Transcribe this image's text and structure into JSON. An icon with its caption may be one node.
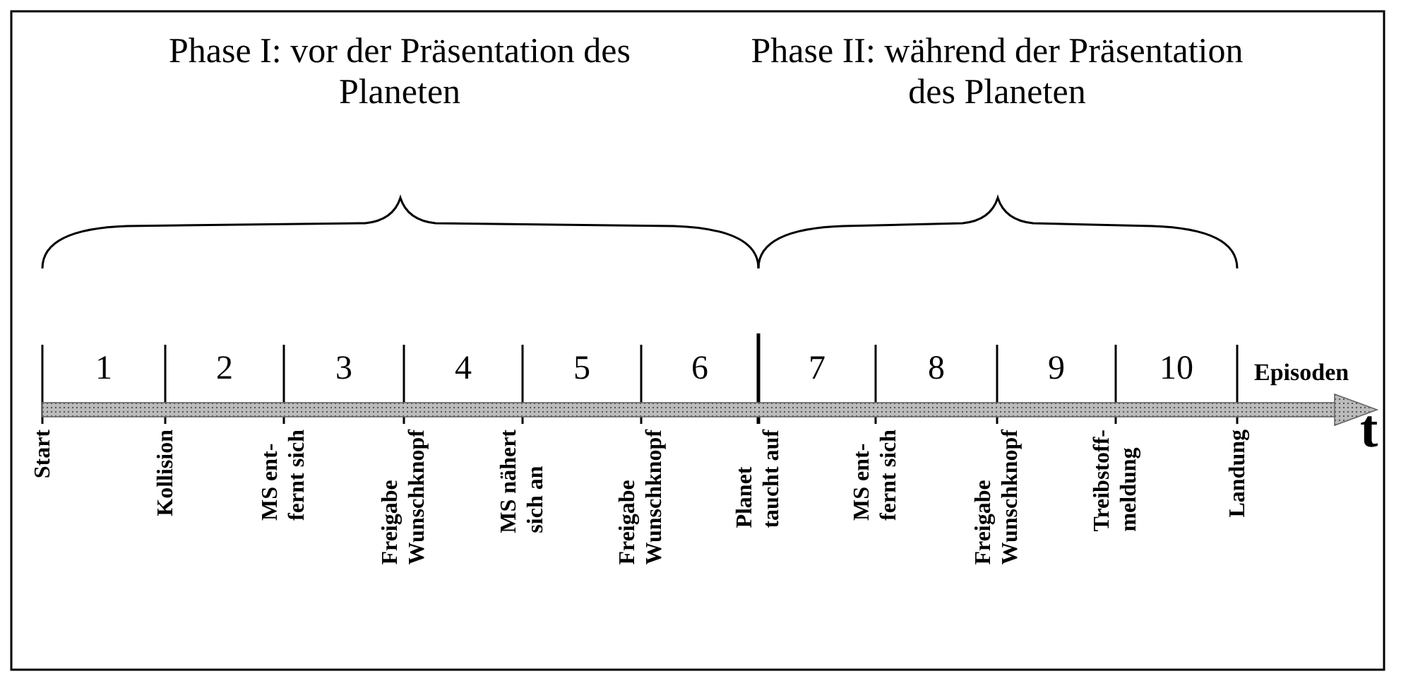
{
  "diagram": {
    "labels": [
      "Phase I: vor der Präsentation des Planeten",
      "Phase II: während der Präsentation des Planeten",
      "1",
      "2",
      "3",
      "4",
      "5",
      "6",
      "7",
      "8",
      "9",
      "10",
      "Episoden",
      "t",
      "Start",
      "Kollision",
      "MS ent- fernt sich",
      "Freigabe Wunschknopf",
      "MS nähert sich an",
      "Freigabe Wunschknopf",
      "Planet taucht auf",
      "MS ent- fernt sich",
      "Freigabe Wunschknopf",
      "Treibstoff- meldung",
      "Landung"
    ]
  }
}
